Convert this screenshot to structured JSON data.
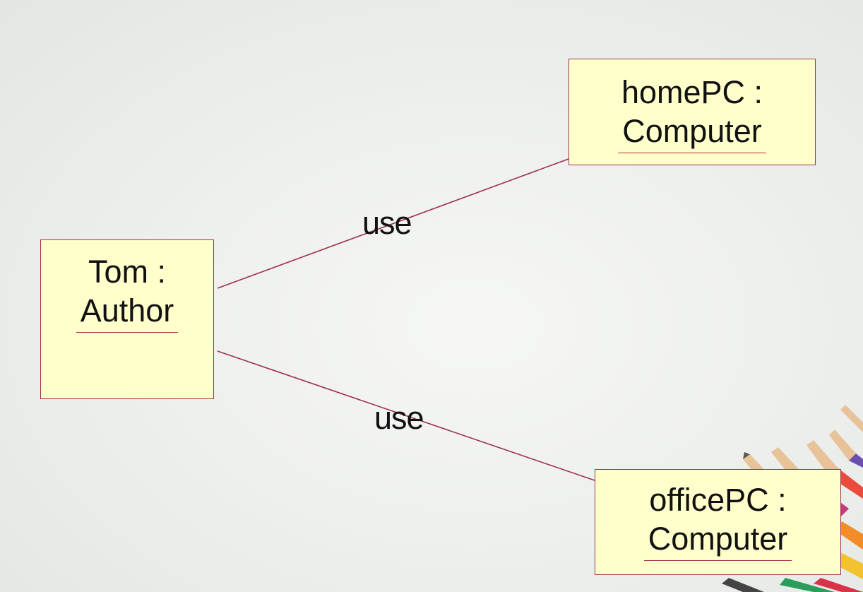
{
  "objects": {
    "author": {
      "instance": "Tom :",
      "class": "Author"
    },
    "home_pc": {
      "instance": "homePC :",
      "class": "Computer"
    },
    "office_pc": {
      "instance": "officePC :",
      "class": "Computer"
    }
  },
  "links": [
    {
      "from": "author",
      "to": "home_pc",
      "label": "use"
    },
    {
      "from": "author",
      "to": "office_pc",
      "label": "use"
    }
  ],
  "colors": {
    "box_fill": "#ffffcc",
    "line": "#a0304a"
  },
  "decorations": {
    "corner_image": "colored-pencils"
  }
}
